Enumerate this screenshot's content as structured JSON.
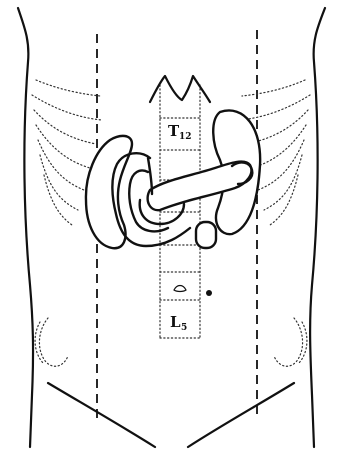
{
  "labels": {
    "upper_vertebra_main": "T",
    "upper_vertebra_sub": "12",
    "lower_vertebra_main": "L",
    "lower_vertebra_sub": "5"
  }
}
